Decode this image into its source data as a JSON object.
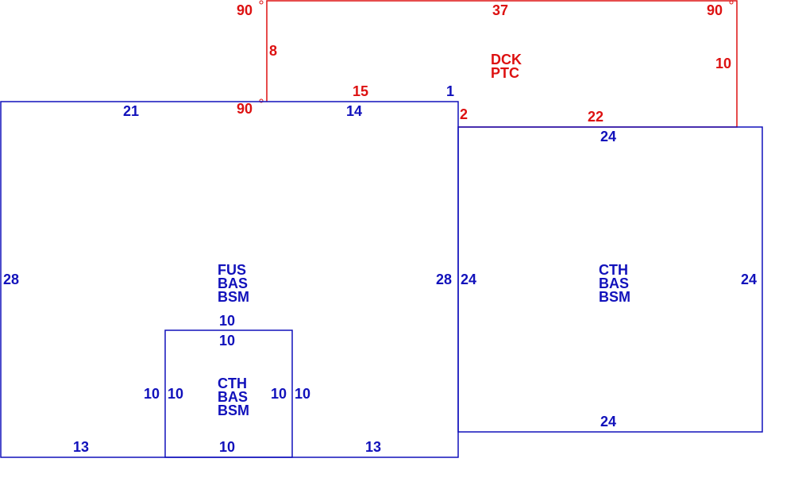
{
  "colors": {
    "red": "#dd1111",
    "blue": "#1111bb",
    "background": "#ffffff"
  },
  "deck": {
    "codes": [
      "DCK",
      "PTC"
    ],
    "dims": {
      "top": "37",
      "left": "8",
      "right": "10",
      "bottom": "22",
      "step_top": "15",
      "step_side": "2",
      "small": "1"
    },
    "angles": {
      "top_left": "90",
      "top_right": "90",
      "bottom_left": "90"
    }
  },
  "main": {
    "codes": [
      "FUS",
      "BAS",
      "BSM"
    ],
    "dims": {
      "top_left": "21",
      "top_right": "14",
      "left": "28",
      "right": "28",
      "bottom_left": "13",
      "bottom_right": "13"
    }
  },
  "annex": {
    "codes": [
      "CTH",
      "BAS",
      "BSM"
    ],
    "dims": {
      "top": "24",
      "bottom": "24",
      "left": "24",
      "right": "24"
    }
  },
  "bay": {
    "codes": [
      "CTH",
      "BAS",
      "BSM"
    ],
    "dims": {
      "top_outer": "10",
      "top_inner": "10",
      "left_outer": "10",
      "left_inner": "10",
      "right_inner": "10",
      "right_outer": "10",
      "bottom": "10"
    }
  }
}
